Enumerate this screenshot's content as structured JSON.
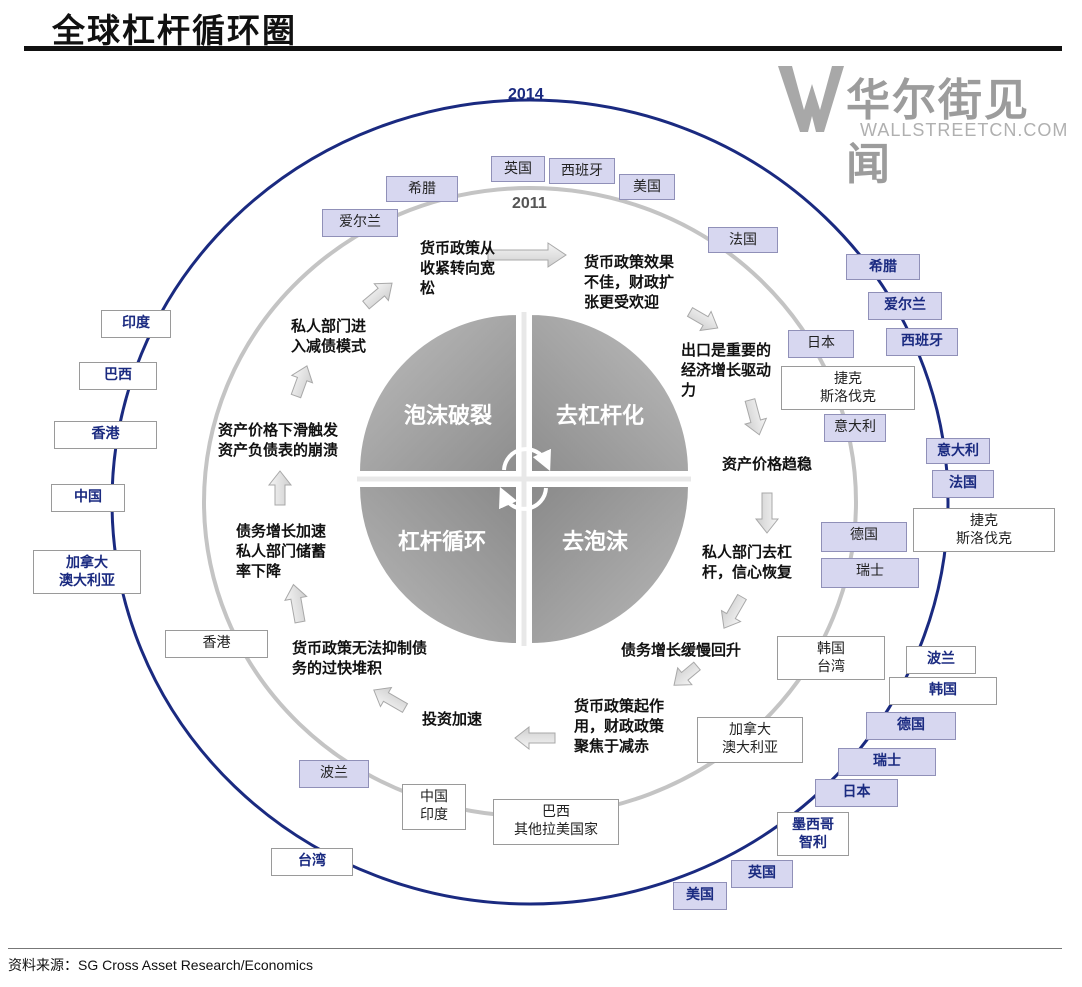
{
  "title": "全球杠杆循环圈",
  "source": "资料来源：SG Cross Asset Research/Economics",
  "watermark": {
    "cn": "华尔街见闻",
    "en": "WALLSTREETCN.COM"
  },
  "years": {
    "outer": "2014",
    "inner": "2011"
  },
  "quadrants": {
    "top_left": "泡沫破裂",
    "top_right": "去杠杆化",
    "bottom_left": "杠杆循环",
    "bottom_right": "去泡沫"
  },
  "stages": [
    [
      "货币政策从",
      "收紧转向宽",
      "松"
    ],
    [
      "货币政策效果",
      "不佳，财政扩",
      "张更受欢迎"
    ],
    [
      "出口是重要的",
      "经济增长驱动",
      "力"
    ],
    [
      "资产价格趋稳"
    ],
    [
      "私人部门去杠",
      "杆，信心恢复"
    ],
    [
      "债务增长缓慢回升"
    ],
    [
      "货币政策起作",
      "用，财政政策",
      "聚焦于减赤"
    ],
    [
      "投资加速"
    ],
    [
      "货币政策无法抑制债",
      "务的过快堆积"
    ],
    [
      "债务增长加速",
      "私人部门储蓄",
      "率下降"
    ],
    [
      "资产价格下滑触发",
      "资产负债表的崩溃"
    ],
    [
      "私人部门进",
      "入减债模式"
    ]
  ],
  "inner_ring_countries": [
    "英国",
    "西班牙",
    "美国",
    "法国",
    "日本",
    [
      "捷克",
      "斯洛伐克"
    ],
    "意大利",
    "德国",
    "瑞士",
    [
      "韩国",
      "台湾"
    ],
    [
      "加拿大",
      "澳大利亚"
    ],
    [
      "巴西",
      "其他拉美国家"
    ],
    [
      "中国",
      "印度"
    ],
    "波兰",
    "香港",
    "爱尔兰",
    "希腊"
  ],
  "outer_ring_countries": [
    "希腊",
    "爱尔兰",
    "西班牙",
    "意大利",
    "法国",
    [
      "捷克",
      "斯洛伐克"
    ],
    "波兰",
    "韩国",
    "德国",
    "瑞士",
    "日本",
    [
      "墨西哥",
      "智利"
    ],
    "英国",
    "美国",
    "台湾",
    [
      "加拿大",
      "澳大利亚"
    ],
    "中国",
    "香港",
    "巴西",
    "印度"
  ],
  "colors": {
    "outer_ring": "#1a2a80",
    "inner_ring": "#c4c4c4",
    "quadrant_fill": "#a0a0a0",
    "box_fill": "#d7d7f0",
    "arrow_fill": "#e6e6e6"
  }
}
